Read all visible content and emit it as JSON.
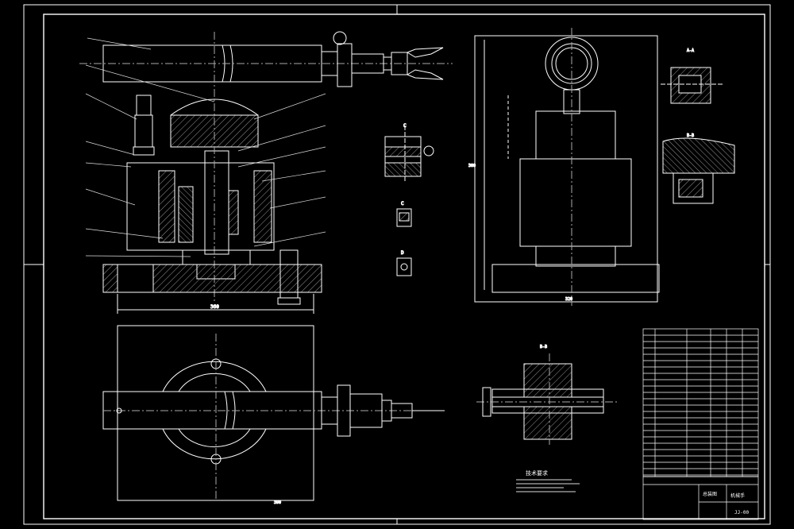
{
  "drawing": {
    "background": "#000000",
    "line_color": "#ffffff",
    "hatch_color": "#d0d0d0",
    "accent_colors": {
      "cyan": "#4fd6ff",
      "magenta": "#ff4fd2",
      "yellow": "#ffe04f",
      "green": "#5bff6b",
      "red": "#ff4d4d"
    },
    "tech_requirements_title": "技术要求",
    "title_block": {
      "drawing_name": "总装图",
      "part_name": "机械手",
      "drawing_number": "JJ-00"
    },
    "view_labels": {
      "detail_a": "A-A",
      "detail_b": "B-B",
      "detail_c": "C",
      "detail_d": "D",
      "section": "B-B"
    },
    "dimensions": {
      "front_width": "360",
      "top_width": "390",
      "side_height": "300",
      "side_base": "320"
    }
  }
}
